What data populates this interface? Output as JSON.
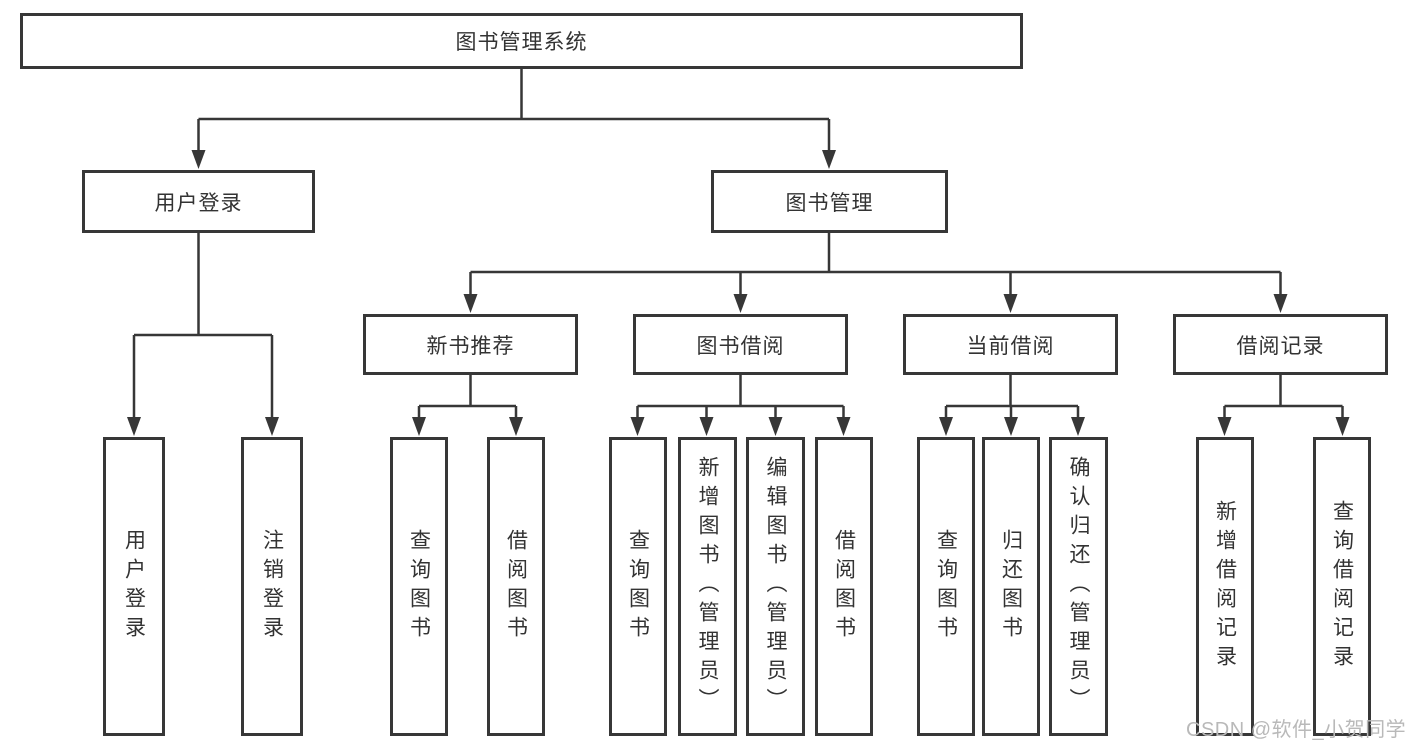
{
  "tree": {
    "label": "图书管理系统",
    "children": [
      {
        "label": "用户登录",
        "children": [
          {
            "label": "用户登录"
          },
          {
            "label": "注销登录"
          }
        ]
      },
      {
        "label": "图书管理",
        "children": [
          {
            "label": "新书推荐",
            "children": [
              {
                "label": "查询图书"
              },
              {
                "label": "借阅图书"
              }
            ]
          },
          {
            "label": "图书借阅",
            "children": [
              {
                "label": "查询图书"
              },
              {
                "label": "新增图书（管理员）"
              },
              {
                "label": "编辑图书（管理员）"
              },
              {
                "label": "借阅图书"
              }
            ]
          },
          {
            "label": "当前借阅",
            "children": [
              {
                "label": "查询图书"
              },
              {
                "label": "归还图书"
              },
              {
                "label": "确认归还（管理员）"
              }
            ]
          },
          {
            "label": "借阅记录",
            "children": [
              {
                "label": "新增借阅记录"
              },
              {
                "label": "查询借阅记录"
              }
            ]
          }
        ]
      }
    ]
  },
  "watermark": {
    "text": "CSDN @软件_小贺同学"
  },
  "colors": {
    "line": "#373737",
    "text": "#333333",
    "watermark": "#b9b9b9",
    "background": "#ffffff"
  }
}
